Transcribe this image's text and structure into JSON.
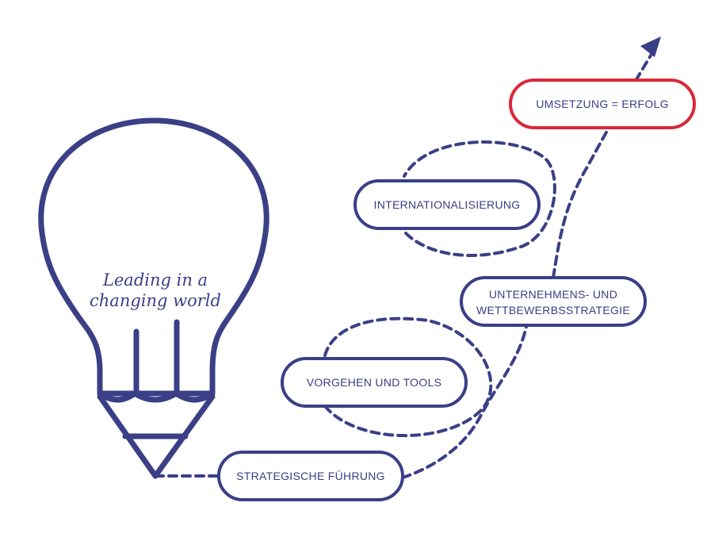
{
  "colors": {
    "primary": "#3a3f86",
    "accent": "#d8293b",
    "background": "#ffffff"
  },
  "bulb": {
    "line1": "Leading in a",
    "line2": "changing world"
  },
  "steps": [
    {
      "label": "STRATEGISCHE FÜHRUNG"
    },
    {
      "label": "VORGEHEN UND TOOLS"
    },
    {
      "label": "UNTERNEHMENS- UND",
      "label2": "WETTBEWERBSSTRATEGIE"
    },
    {
      "label": "INTERNATIONALISIERUNG"
    },
    {
      "label": "UMSETZUNG = ERFOLG"
    }
  ]
}
